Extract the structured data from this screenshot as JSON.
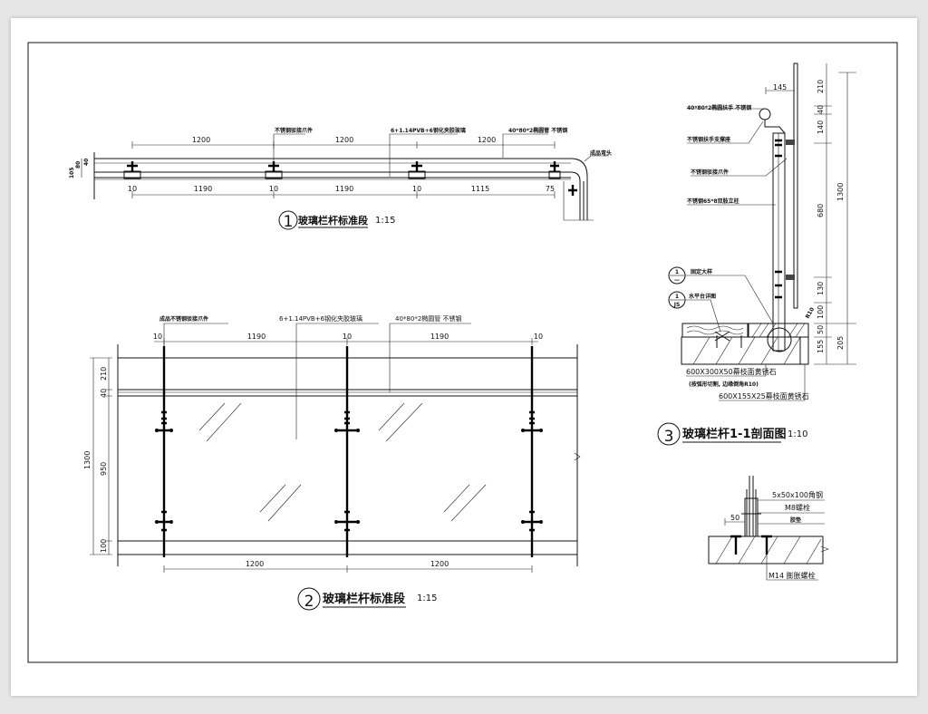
{
  "view1": {
    "top_dims": [
      "1200",
      "1200",
      "1200"
    ],
    "bottom_dims": [
      "10",
      "1190",
      "10",
      "1190",
      "10",
      "1115",
      "75"
    ],
    "left_dims": [
      "105",
      "80",
      "40"
    ],
    "labels": {
      "clamp": "不锈钢驳接爪件",
      "glass": "6+1.14PVB+6钢化夹胶玻璃",
      "rail": "40*80*2椭圆管 不锈钢",
      "elbow": "成品弯头"
    },
    "title": {
      "number": "1",
      "text": "玻璃栏杆标准段",
      "scale": "1:15"
    }
  },
  "view2": {
    "top_dims": [
      "10",
      "1190",
      "10",
      "1190",
      "10"
    ],
    "bottom_dims": [
      "1200",
      "1200"
    ],
    "left_dims": {
      "total": "1300",
      "d210": "210",
      "d40": "40",
      "d950": "950",
      "d100": "100"
    },
    "labels": {
      "clamp": "成品不锈钢驳接爪件",
      "glass": "6+1.14PVB+6钢化夹胶玻璃",
      "rail": "40*80*2椭圆管 不锈钢"
    },
    "title": {
      "number": "2",
      "text": "玻璃栏杆标准段",
      "scale": "1:15"
    }
  },
  "view3": {
    "dims": {
      "d145": "145",
      "d210": "210",
      "d40": "40",
      "d140": "140",
      "d680": "680",
      "d1300": "1300",
      "d130": "130",
      "d100": "100",
      "d50": "50",
      "d155": "155",
      "d205": "205",
      "r10": "R10"
    },
    "labels": {
      "handrail": "40*80*2椭圆扶手 不锈钢",
      "support": "不锈钢扶手支撑座",
      "clamp": "不锈钢驳接爪件",
      "post": "不锈钢65*8双肢立柱",
      "fix_ref": "固定大样",
      "fix_ref_num": "1",
      "fix_ref_den": "—",
      "platform_ref": "水平台详图",
      "platform_ref_num": "1",
      "platform_ref_den": "JS",
      "stone1": "600X300X50幕枝面黄锈石",
      "stone1_note": "(按弧形切割, 边缘倒角R10)",
      "stone2": "600X155X25幕枝面黄锈石"
    },
    "title": {
      "number": "3",
      "text": "玻璃栏杆1-1剖面图",
      "scale": "1:10"
    }
  },
  "detail4": {
    "labels": {
      "angle": "5x50x100角钢",
      "bolt": "M8螺栓",
      "pad": "胶垫",
      "dim50": "50",
      "anchor": "M14  膨胀螺栓"
    }
  }
}
